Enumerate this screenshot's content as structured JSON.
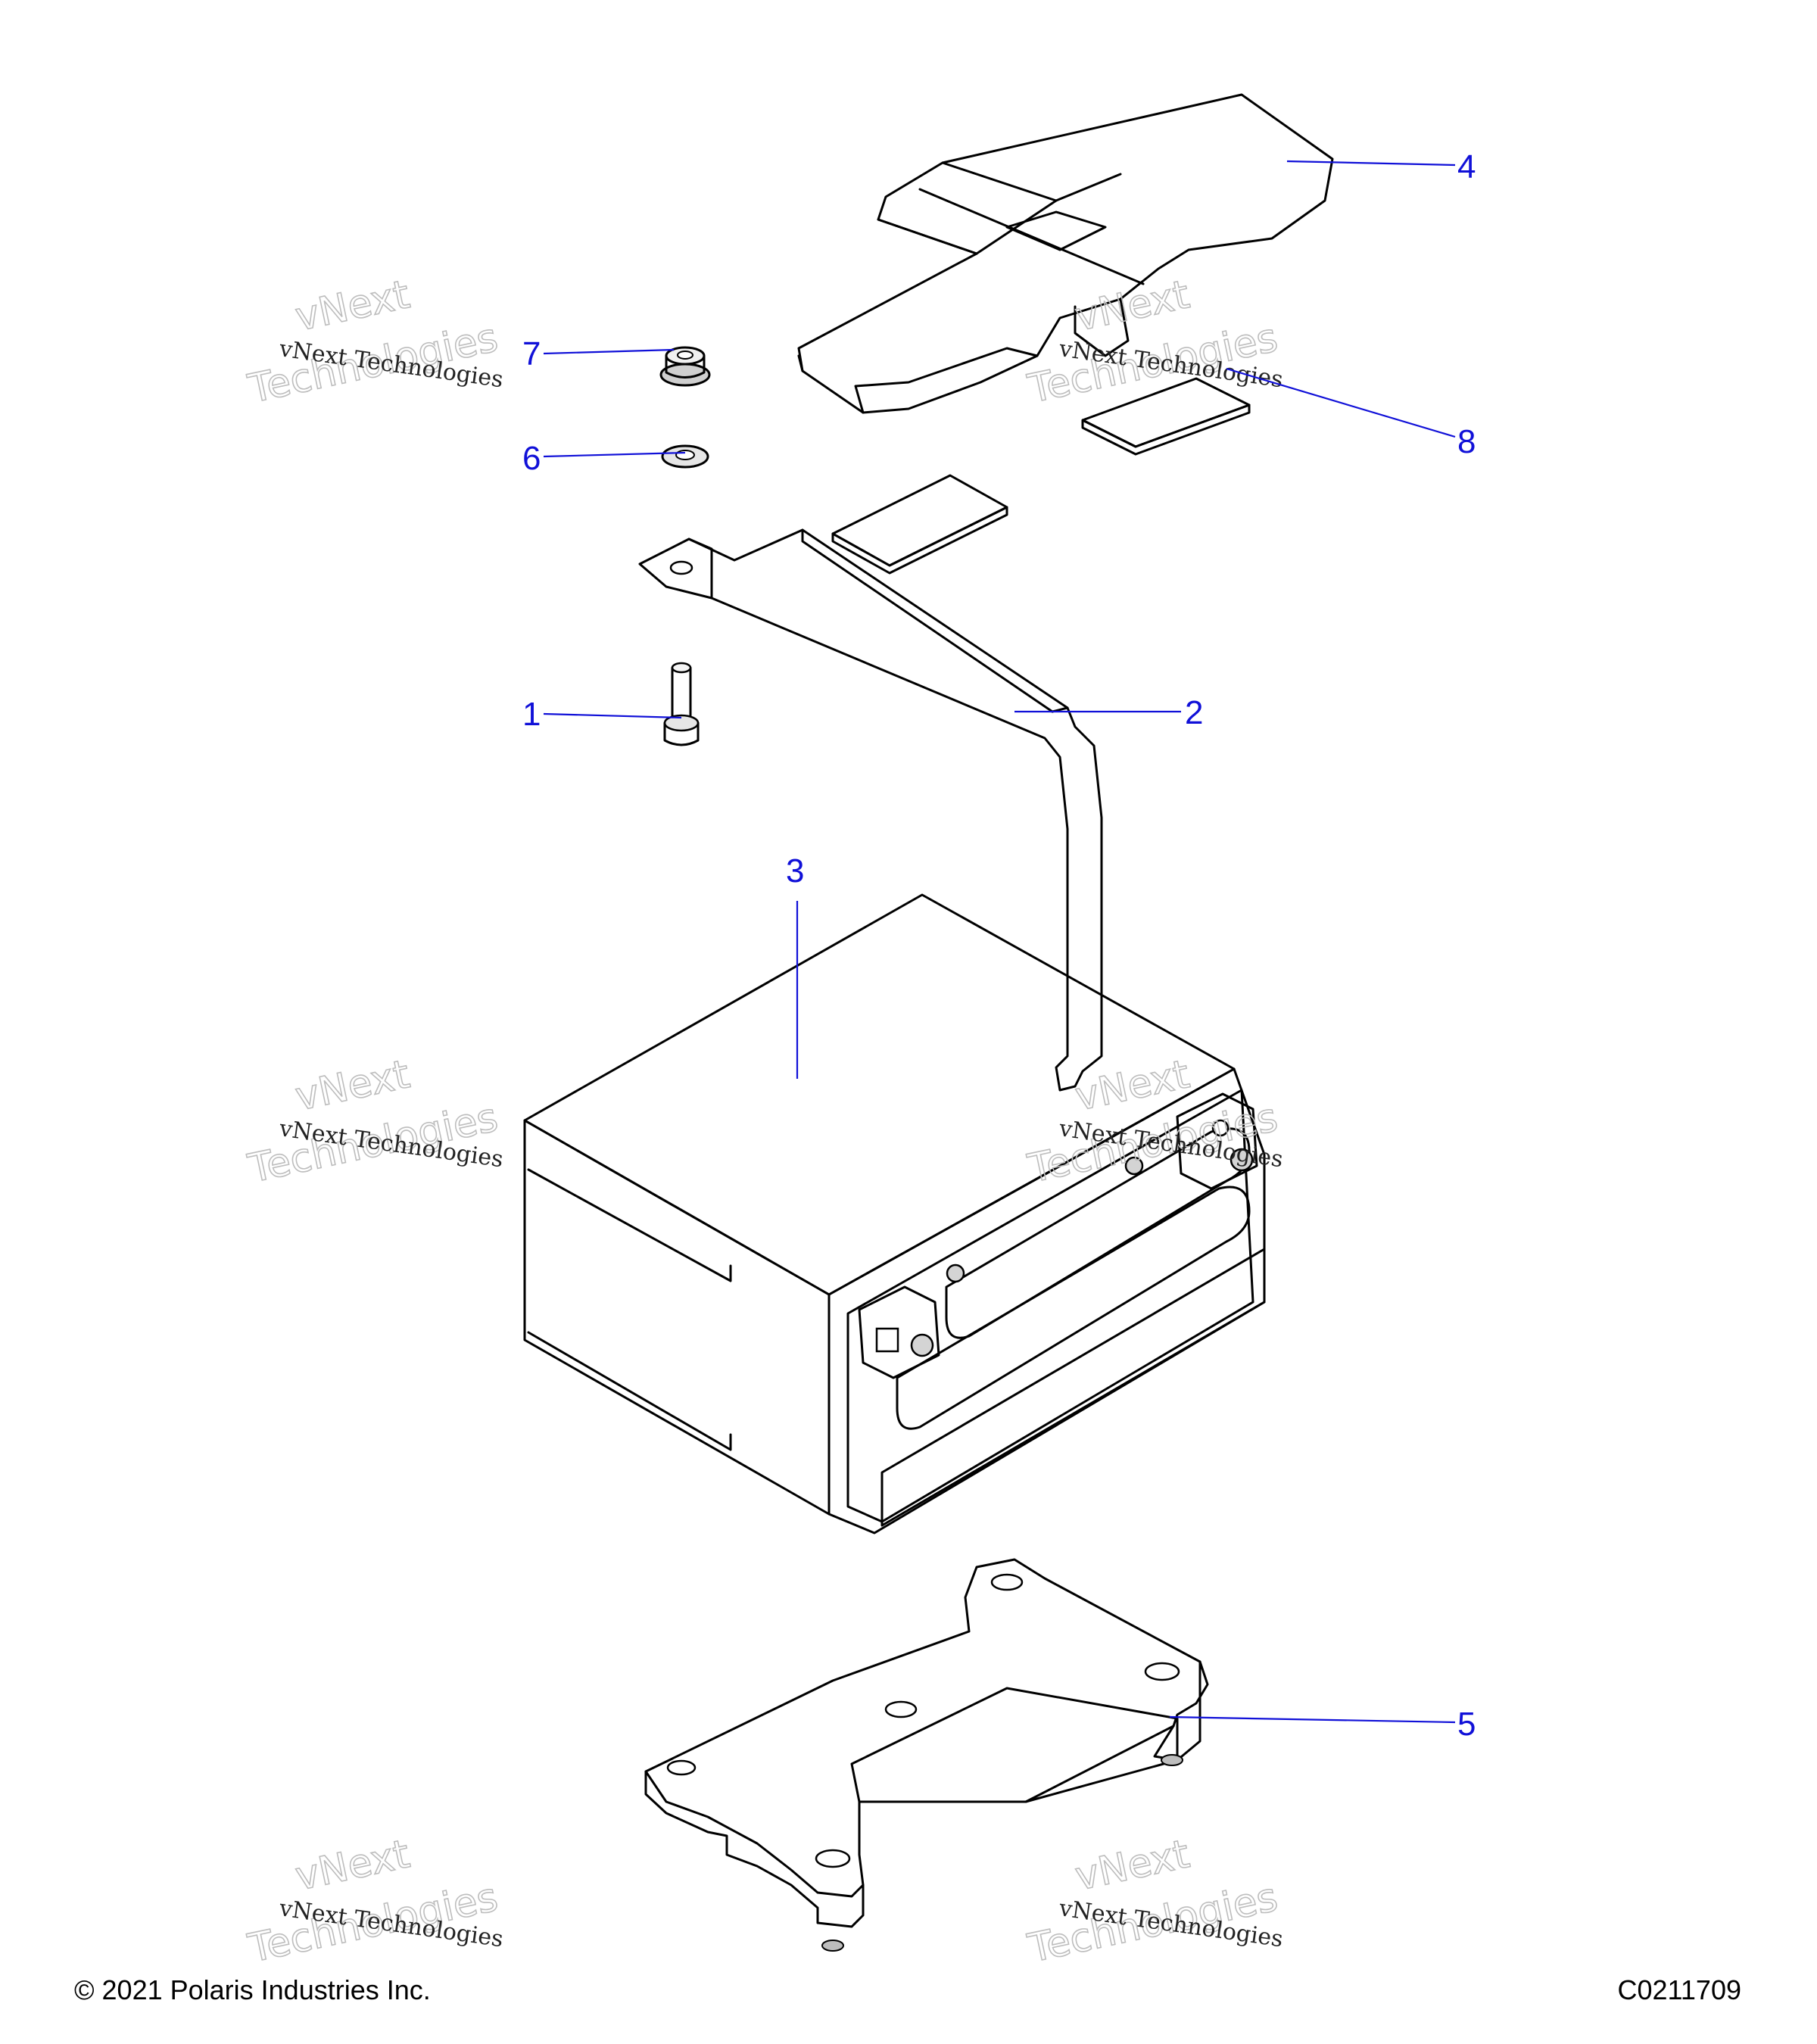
{
  "callouts": [
    {
      "id": "1",
      "label": "1"
    },
    {
      "id": "2",
      "label": "2"
    },
    {
      "id": "3",
      "label": "3"
    },
    {
      "id": "4",
      "label": "4"
    },
    {
      "id": "5",
      "label": "5"
    },
    {
      "id": "6",
      "label": "6"
    },
    {
      "id": "7",
      "label": "7"
    },
    {
      "id": "8",
      "label": "8"
    }
  ],
  "watermark": {
    "line1": "vNext",
    "line2": "vNext Technologies",
    "line3": "Technologies"
  },
  "footer": {
    "copyright": "© 2021 Polaris Industries Inc.",
    "drawing_code": "C0211709"
  },
  "colors": {
    "callout": "#1010d8",
    "part_fill_light": "#e6e6e6",
    "part_fill_mid": "#cfcfcf",
    "part_fill_dark": "#b8b8b8"
  }
}
